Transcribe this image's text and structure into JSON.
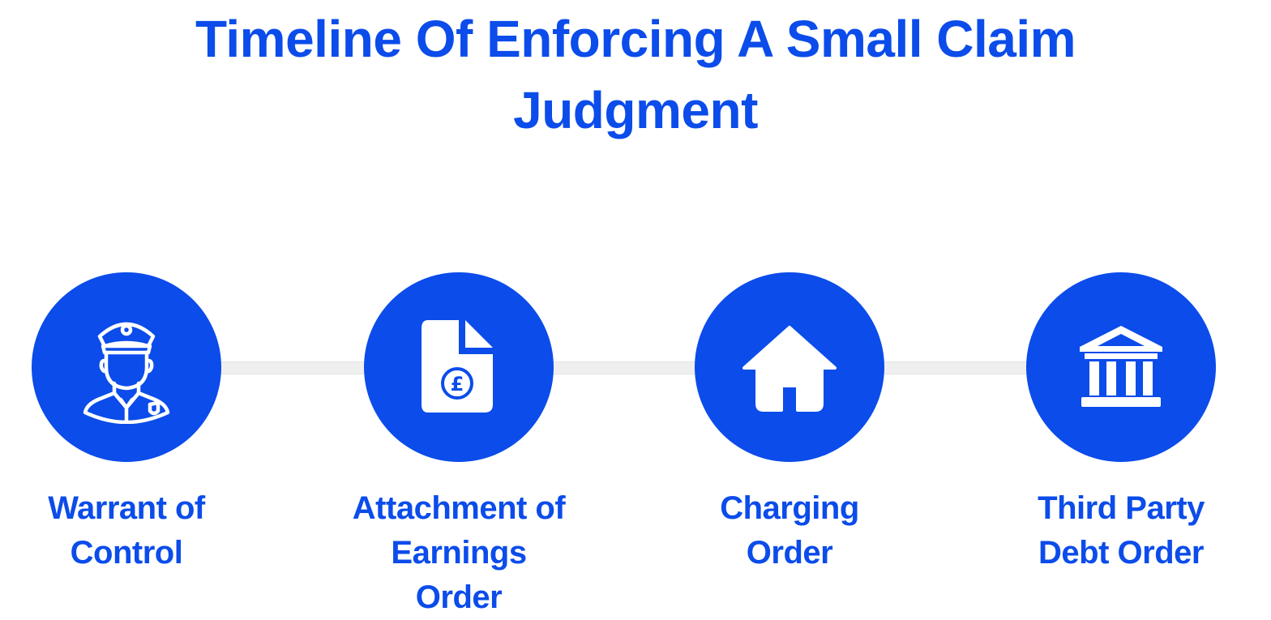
{
  "title": {
    "line1": "Timeline Of Enforcing A Small Claim",
    "line2": "Judgment"
  },
  "colors": {
    "accent": "#0b4cea",
    "connector": "#efefef",
    "background": "#ffffff"
  },
  "steps": [
    {
      "icon": "police-officer-icon",
      "label_lines": [
        "Warrant of",
        "Control"
      ]
    },
    {
      "icon": "pound-document-icon",
      "label_lines": [
        "Attachment of",
        "Earnings",
        "Order"
      ]
    },
    {
      "icon": "house-icon",
      "label_lines": [
        "Charging",
        "Order"
      ]
    },
    {
      "icon": "bank-icon",
      "label_lines": [
        "Third Party",
        "Debt Order"
      ]
    }
  ]
}
